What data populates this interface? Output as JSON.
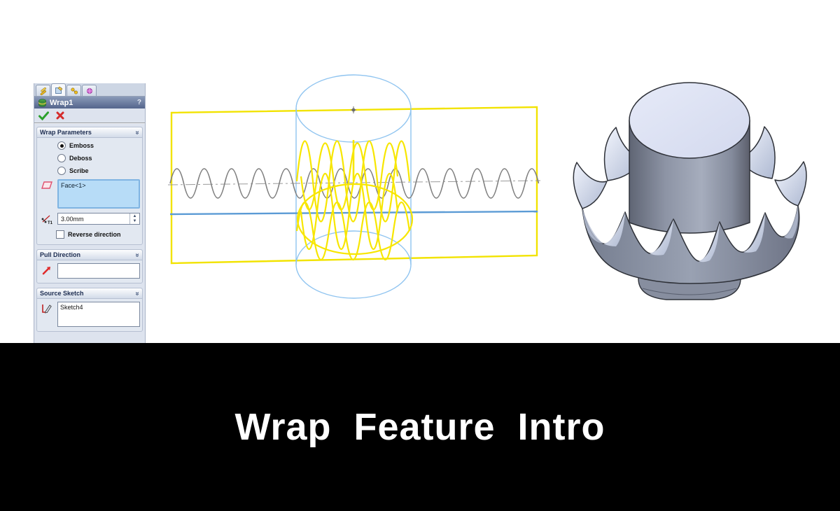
{
  "property_manager": {
    "tabs": [
      "feature-manager-tree",
      "property-manager",
      "configuration-manager",
      "dimxpert-manager"
    ],
    "title": "Wrap1",
    "help_label": "?",
    "wrap_parameters": {
      "header": "Wrap Parameters",
      "options": [
        {
          "label": "Emboss",
          "selected": true
        },
        {
          "label": "Deboss",
          "selected": false
        },
        {
          "label": "Scribe",
          "selected": false
        }
      ],
      "face_selection": "Face<1>",
      "thickness_value": "3.00mm",
      "reverse_label": "Reverse direction",
      "reverse_checked": false
    },
    "pull_direction": {
      "header": "Pull Direction",
      "value": ""
    },
    "source_sketch": {
      "header": "Source Sketch",
      "value": "Sketch4"
    }
  },
  "banner": {
    "title": "Wrap Feature Intro"
  },
  "colors": {
    "sketch_yellow": "#f2e300",
    "cylinder_blue": "#8fc4f0",
    "plane_edge_blue": "#5b9bd5",
    "wave_gray": "#7f7f7f",
    "ok_green": "#2ba02b",
    "cancel_red": "#d42b2b",
    "selection_fill": "#b7dcf7",
    "banner_bg": "#000000",
    "banner_text": "#ffffff"
  }
}
